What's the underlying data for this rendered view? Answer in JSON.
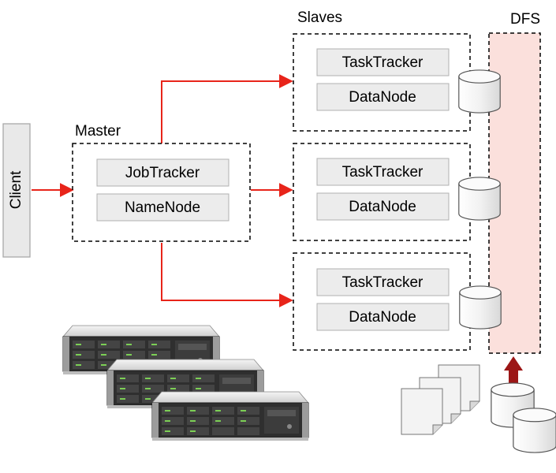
{
  "client": {
    "label": "Client"
  },
  "master": {
    "title": "Master",
    "components": [
      "JobTracker",
      "NameNode"
    ]
  },
  "slaves": {
    "title": "Slaves",
    "nodes": [
      {
        "components": [
          "TaskTracker",
          "DataNode"
        ]
      },
      {
        "components": [
          "TaskTracker",
          "DataNode"
        ]
      },
      {
        "components": [
          "TaskTracker",
          "DataNode"
        ]
      }
    ]
  },
  "dfs": {
    "title": "DFS"
  },
  "icons": {
    "server_rack": "server-rack-icon",
    "document": "document-icon",
    "database": "database-cylinder-icon"
  },
  "colors": {
    "arrow": "#e8241a",
    "upload_arrow": "#9c1616",
    "dfs_fill": "#fbe0dc",
    "box_fill": "#ececec",
    "box_border": "#b0b0b0"
  }
}
